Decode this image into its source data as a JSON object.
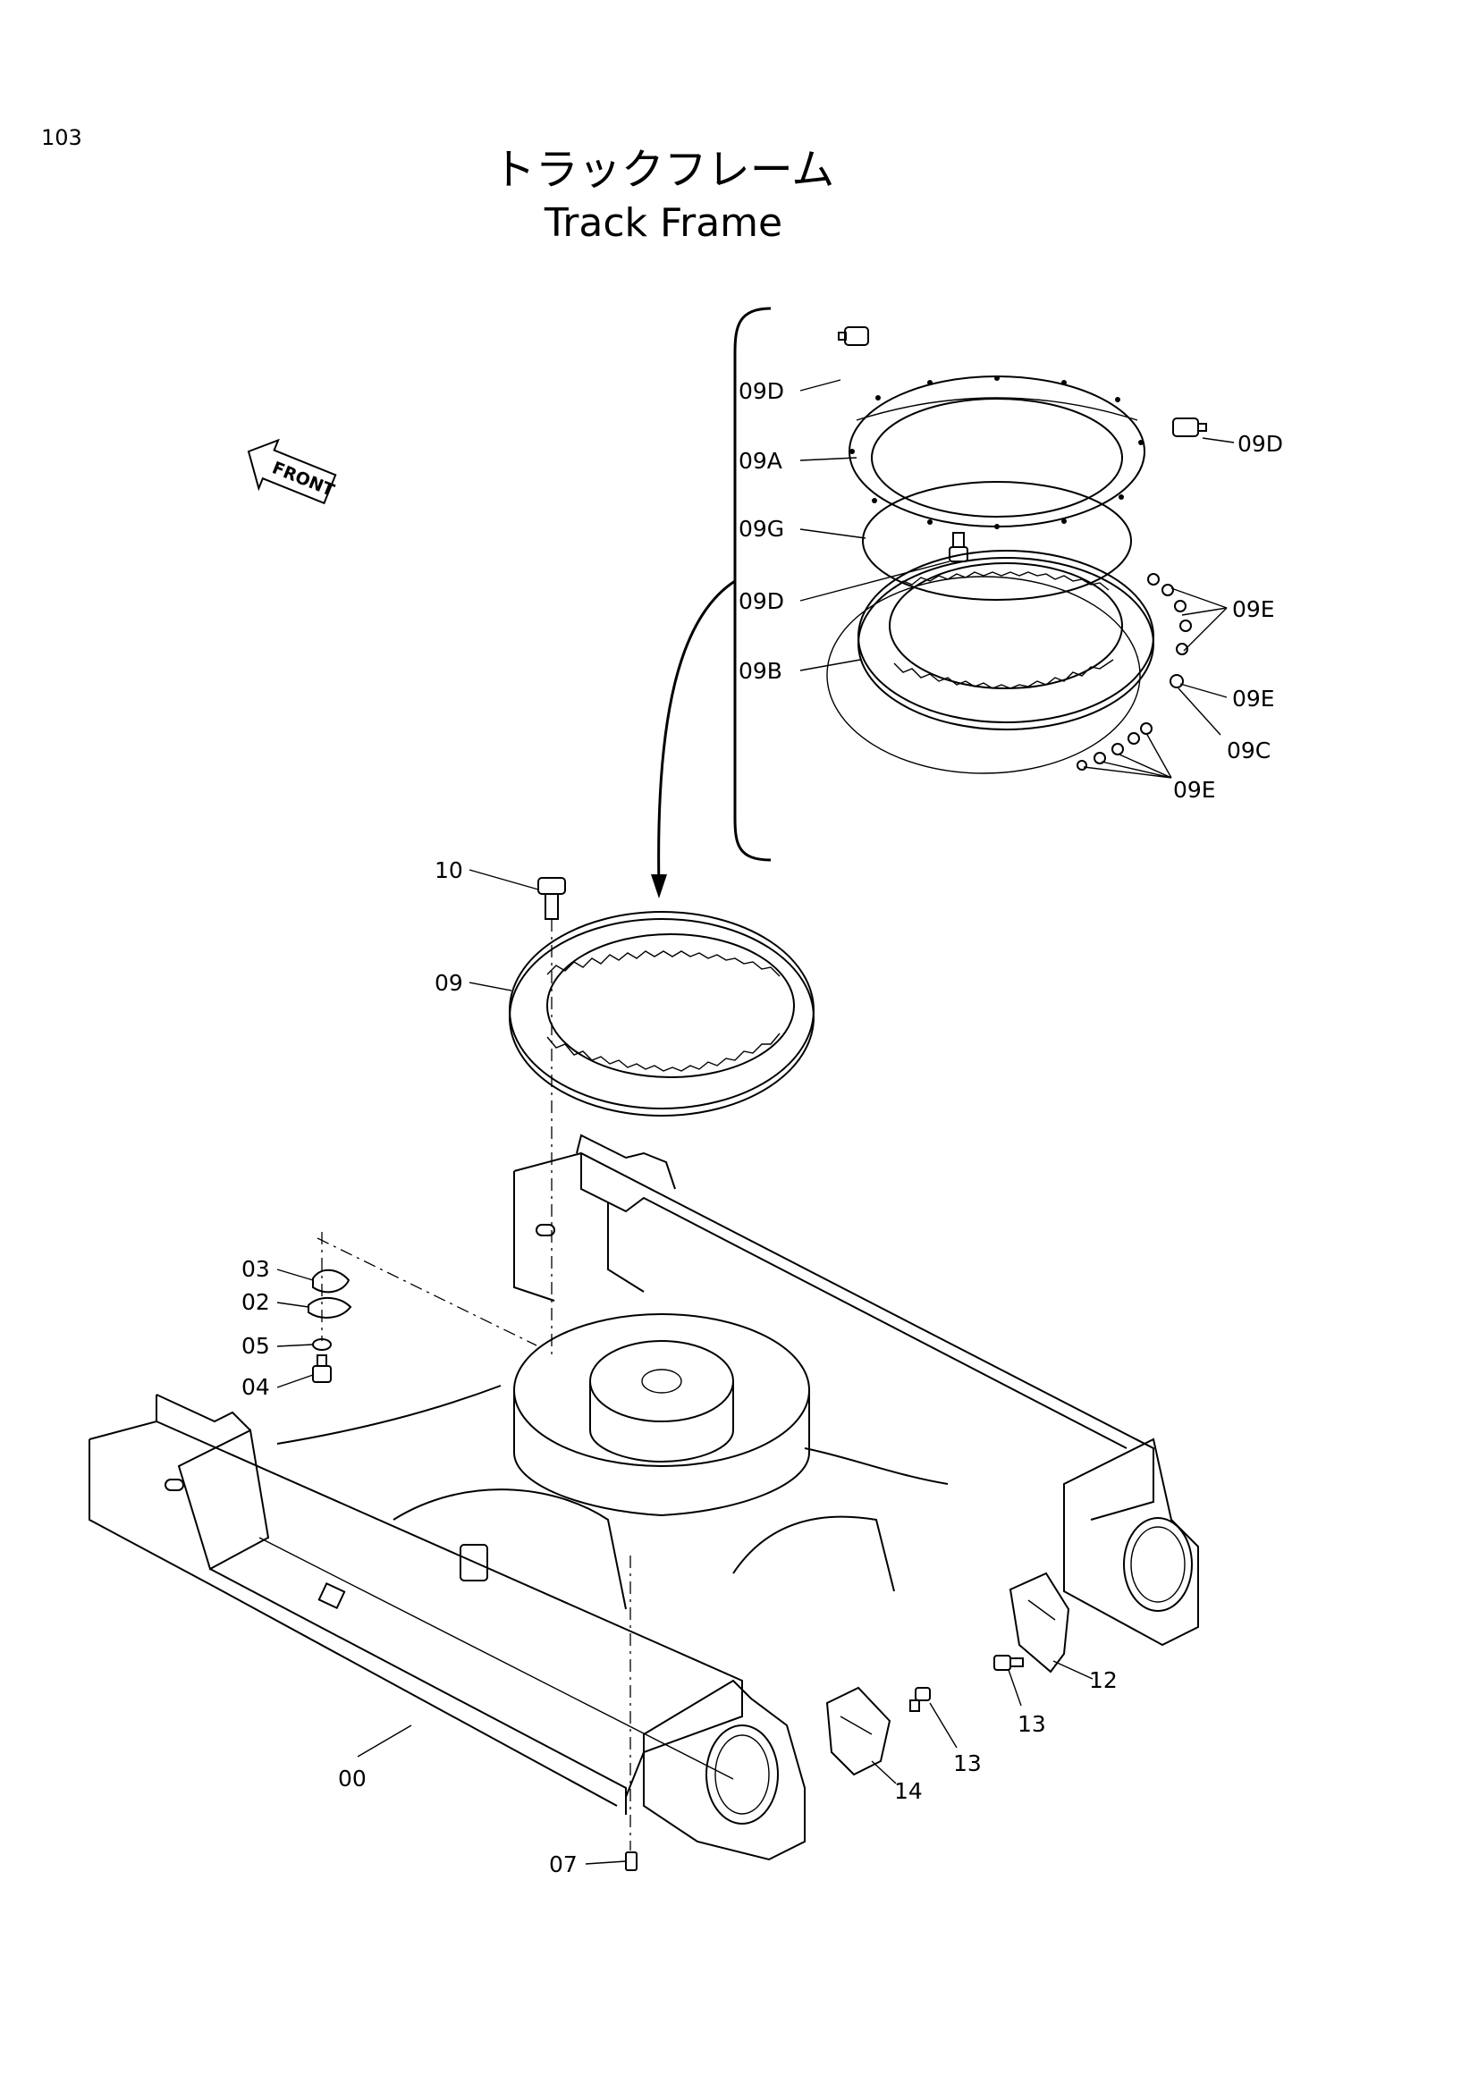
{
  "page": {
    "number": "103",
    "title_jp": "トラックフレーム",
    "title_en": "Track Frame",
    "front_label": "FRONT"
  },
  "callouts": [
    {
      "key": "09D_top",
      "label": "09D"
    },
    {
      "key": "09D_right",
      "label": "09D"
    },
    {
      "key": "09A",
      "label": "09A"
    },
    {
      "key": "09G",
      "label": "09G"
    },
    {
      "key": "09D_mid",
      "label": "09D"
    },
    {
      "key": "09E_upper",
      "label": "09E"
    },
    {
      "key": "09B",
      "label": "09B"
    },
    {
      "key": "09E_mid",
      "label": "09E"
    },
    {
      "key": "09C",
      "label": "09C"
    },
    {
      "key": "09E_lower",
      "label": "09E"
    },
    {
      "key": "10",
      "label": "10"
    },
    {
      "key": "09",
      "label": "09"
    },
    {
      "key": "03",
      "label": "03"
    },
    {
      "key": "02",
      "label": "02"
    },
    {
      "key": "05",
      "label": "05"
    },
    {
      "key": "04",
      "label": "04"
    },
    {
      "key": "12",
      "label": "12"
    },
    {
      "key": "13_right",
      "label": "13"
    },
    {
      "key": "13_left",
      "label": "13"
    },
    {
      "key": "14",
      "label": "14"
    },
    {
      "key": "00",
      "label": "00"
    },
    {
      "key": "07",
      "label": "07"
    }
  ]
}
